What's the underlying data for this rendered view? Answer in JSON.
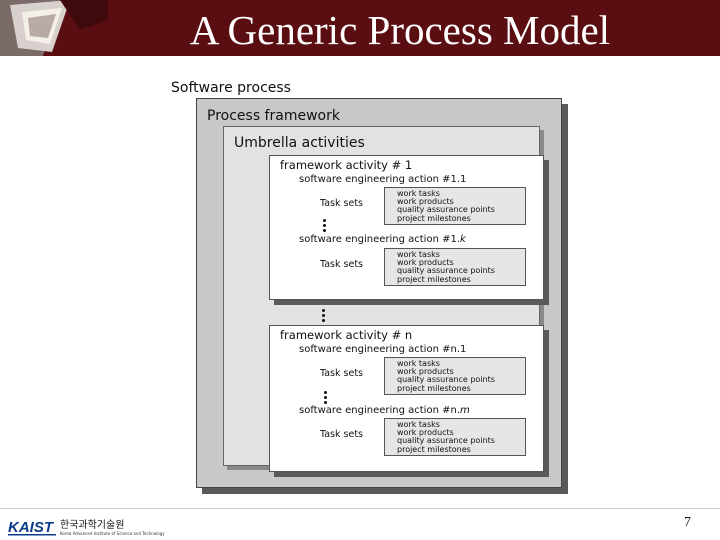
{
  "slide": {
    "title": "A Generic Process Model",
    "page_number": "7",
    "colors": {
      "title_bar": "#5a0e12",
      "title_text": "#ffffff",
      "logo_blue": "#0d3b8c"
    }
  },
  "diagram": {
    "software_process_label": "Software process",
    "process_framework_label": "Process framework",
    "umbrella_activities_label": "Umbrella activities",
    "framework_activity_1": {
      "title": "framework activity # 1",
      "action_first": "software engineering action #1.1",
      "action_last_prefix": "software engineering action #1.",
      "action_last_suffix": "k",
      "task_sets_label": "Task sets",
      "tasks": [
        "work tasks",
        "work products",
        "quality assurance points",
        "project milestones"
      ]
    },
    "framework_activity_n": {
      "title": "framework activity # n",
      "action_first": "software engineering action #n.1",
      "action_last_prefix": "software engineering action #n.",
      "action_last_suffix": "m",
      "task_sets_label": "Task sets",
      "tasks": [
        "work tasks",
        "work products",
        "quality assurance points",
        "project milestones"
      ]
    }
  },
  "footer": {
    "logo_text": "KAIST",
    "institute_name_korean": "한국과학기술원",
    "institute_name_english": "Korea Advanced Institute of Science and Technology"
  }
}
